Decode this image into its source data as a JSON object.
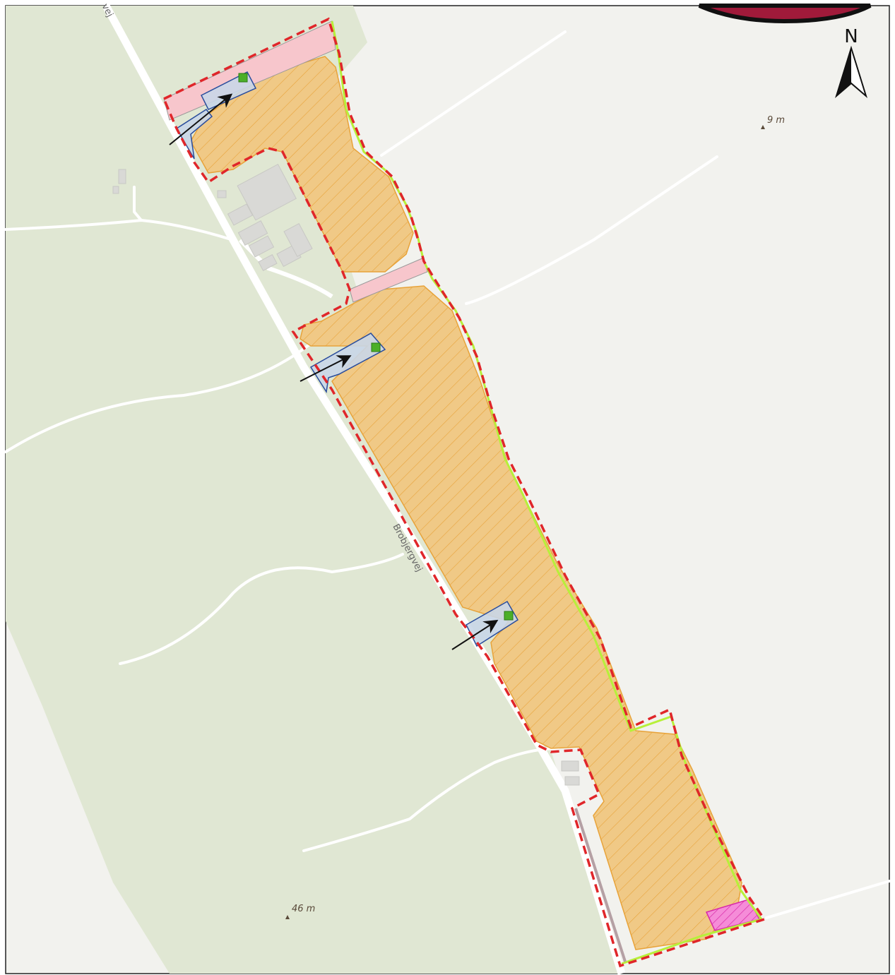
{
  "map": {
    "road_name": "Brobjergvej",
    "road_name_partial_top": "vej",
    "elevation_labels": [
      "9 m",
      "46 m"
    ],
    "north_label": "N",
    "icons": [
      "north-arrow-icon",
      "access-arrow-icon",
      "sign-icon",
      "elevation-marker-icon"
    ],
    "colors": {
      "background": "#f2f2ee",
      "woodland": "#e0e7d3",
      "road": "#ffffff",
      "building": "#d9d9d6",
      "project_area_fill": "#f0c986",
      "project_area_stroke": "#e8a33a",
      "project_boundary": "#e0262a",
      "hedge_line": "#b7f03a",
      "buffer_zone": "#f7c6cc",
      "access_area": "#c9d6e8",
      "access_stroke": "#2a4d9c",
      "magenta_area": "#f062cc",
      "sign": "#4caf28",
      "logo": "#a01a3a"
    }
  }
}
